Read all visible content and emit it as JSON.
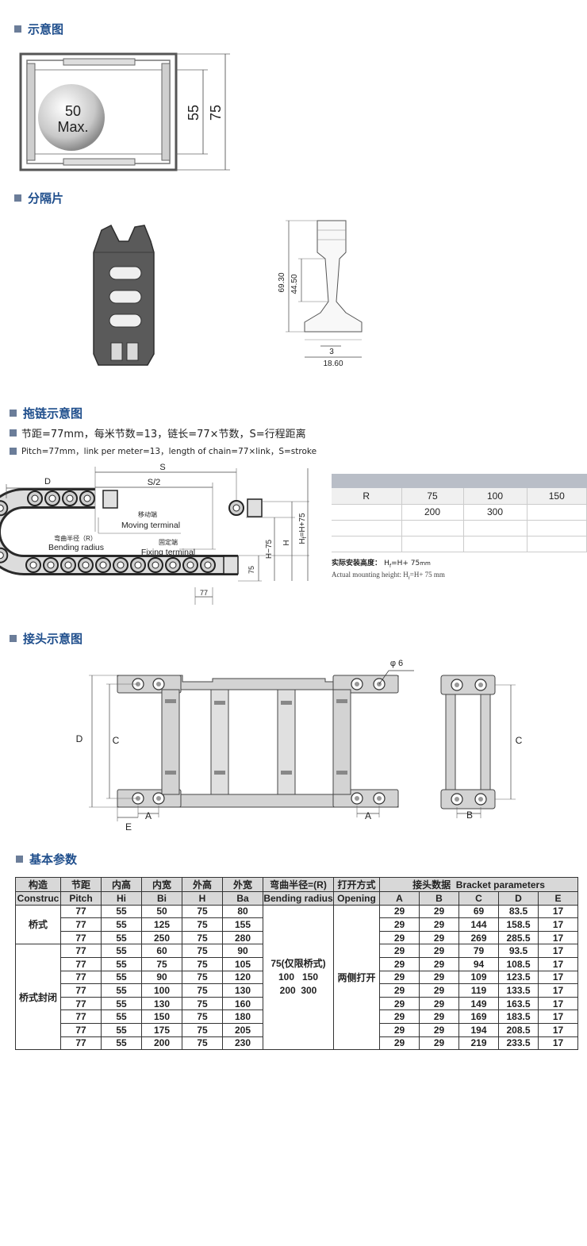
{
  "sections": {
    "schematic": "示意图",
    "divider": "分隔片",
    "chain": "拖链示意图",
    "connector": "接头示意图",
    "params": "基本参数"
  },
  "schematic_labels": {
    "max_ball": "50",
    "max_word": "Max.",
    "inner_h": "55",
    "outer_h": "75"
  },
  "divider_labels": {
    "h1": "69.30",
    "h2": "44.50",
    "w1": "3",
    "w2": "18.60"
  },
  "chain_text": {
    "cn": "节距=77mm，每米节数=13，链长=77×节数，S=行程距离",
    "en": "Pitch=77mm，link per meter=13，length of chain=77×link，S=stroke",
    "d": "D",
    "s": "S",
    "s2": "S/2",
    "moving_cn": "移动端",
    "moving_en": "Moving terminal",
    "bending_cn": "弯曲半径（R）",
    "bending_en": "Bending radius",
    "fixing_cn": "固定端",
    "fixing_en": "Fixing terminal",
    "h75": "H−75",
    "h": "H",
    "hf": "H",
    "hf_eq": "=H+75",
    "small75": "75",
    "pitch77": "77"
  },
  "radius_table": {
    "header": "R",
    "r1": [
      "75",
      "100",
      "150"
    ],
    "r2": [
      "200",
      "300"
    ]
  },
  "mount": {
    "cn_label": "实际安装高度：",
    "cn_formula": "H",
    "cn_formula_sub": "f",
    "cn_formula_rest": "=H+ 75",
    "cn_formula_unit": "mm",
    "en_label": "Actual mounting height:",
    "en_formula": "H",
    "en_formula_sub": "f",
    "en_formula_rest": "=H+ 75 mm"
  },
  "connector_labels": {
    "phi": "φ 6",
    "d": "D",
    "c": "C",
    "a": "A",
    "e": "E",
    "c2": "C",
    "b": "B",
    "a2": "A"
  },
  "table": {
    "head1": [
      "构造",
      "节距",
      "内高",
      "内宽",
      "外高",
      "外宽",
      "弯曲半径=(R)",
      "打开方式",
      "接头数据",
      "Bracket parameters"
    ],
    "head2": [
      "Construc",
      "Pitch",
      "Hi",
      "Bi",
      "H",
      "Ba",
      "Bending radius",
      "Opening",
      "A",
      "B",
      "C",
      "D",
      "E"
    ],
    "group1": "桥式",
    "group2": "桥式封闭",
    "radius_lines": [
      "75(仅限桥式)",
      "100   150",
      "200  300"
    ],
    "opening": "两侧打开",
    "rows": [
      [
        "77",
        "55",
        "50",
        "75",
        "80",
        "29",
        "29",
        "69",
        "83.5",
        "17"
      ],
      [
        "77",
        "55",
        "125",
        "75",
        "155",
        "29",
        "29",
        "144",
        "158.5",
        "17"
      ],
      [
        "77",
        "55",
        "250",
        "75",
        "280",
        "29",
        "29",
        "269",
        "285.5",
        "17"
      ],
      [
        "77",
        "55",
        "60",
        "75",
        "90",
        "29",
        "29",
        "79",
        "93.5",
        "17"
      ],
      [
        "77",
        "55",
        "75",
        "75",
        "105",
        "29",
        "29",
        "94",
        "108.5",
        "17"
      ],
      [
        "77",
        "55",
        "90",
        "75",
        "120",
        "29",
        "29",
        "109",
        "123.5",
        "17"
      ],
      [
        "77",
        "55",
        "100",
        "75",
        "130",
        "29",
        "29",
        "119",
        "133.5",
        "17"
      ],
      [
        "77",
        "55",
        "130",
        "75",
        "160",
        "29",
        "29",
        "149",
        "163.5",
        "17"
      ],
      [
        "77",
        "55",
        "150",
        "75",
        "180",
        "29",
        "29",
        "169",
        "183.5",
        "17"
      ],
      [
        "77",
        "55",
        "175",
        "75",
        "205",
        "29",
        "29",
        "194",
        "208.5",
        "17"
      ],
      [
        "77",
        "55",
        "200",
        "75",
        "230",
        "29",
        "29",
        "219",
        "233.5",
        "17"
      ]
    ]
  },
  "colors": {
    "title": "#1f4e8c",
    "marker": "#6b7d99",
    "part": "#4a4a4a",
    "light_part": "#d3d3d3"
  }
}
